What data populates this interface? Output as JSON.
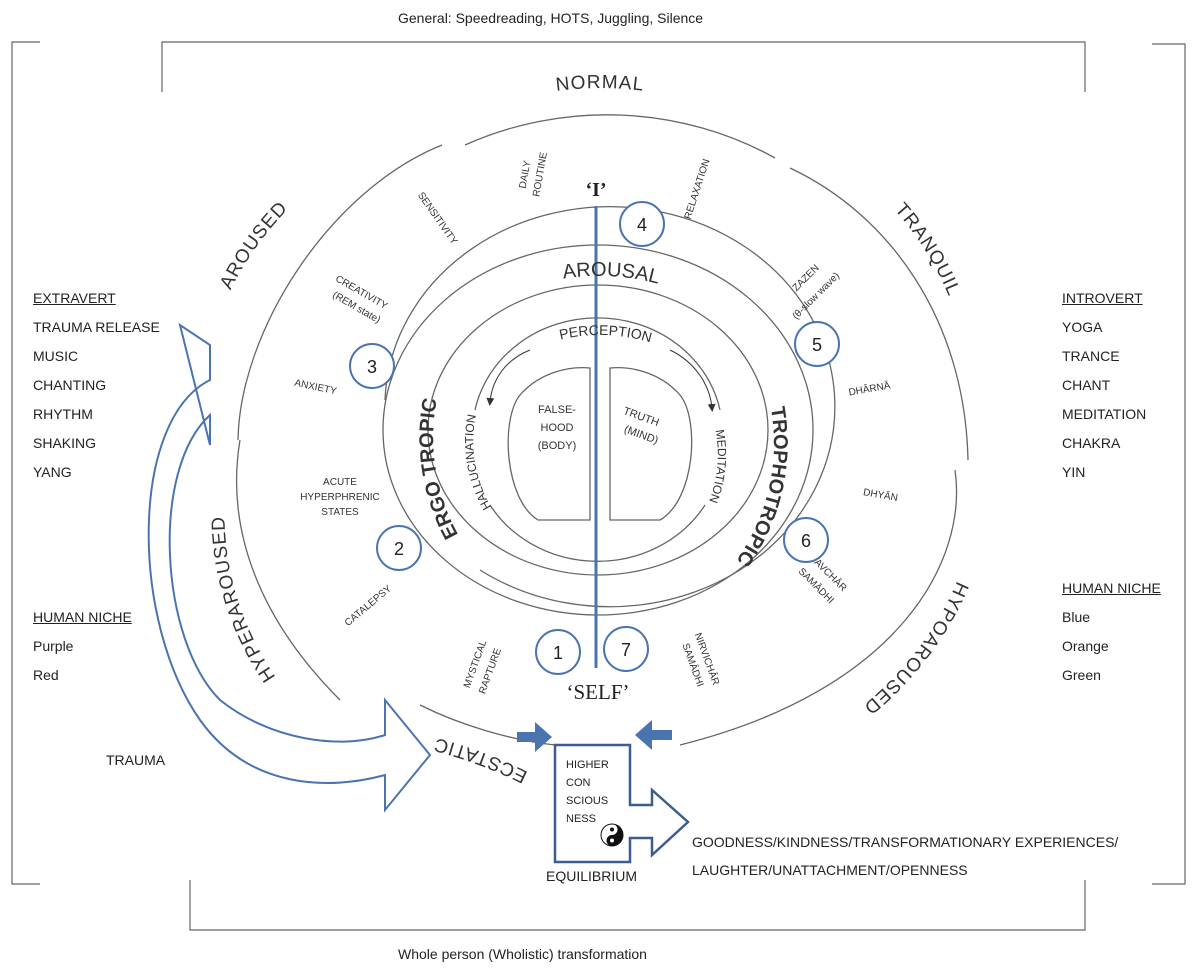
{
  "top_label": "General: Speedreading, HOTS, Juggling, Silence",
  "bottom_label": "Whole person (Wholistic) transformation",
  "left_panel": {
    "header": "EXTRAVERT",
    "items": [
      "TRAUMA RELEASE",
      "MUSIC",
      "CHANTING",
      "RHYTHM",
      "SHAKING",
      "YANG"
    ],
    "niche_header": "HUMAN NICHE",
    "niche_items": [
      "Purple",
      "Red"
    ],
    "trauma": "TRAUMA"
  },
  "right_panel": {
    "header": "INTROVERT",
    "items": [
      "YOGA",
      "TRANCE",
      "CHANT",
      "MEDITATION",
      "CHAKRA",
      "YIN"
    ],
    "niche_header": "HUMAN NICHE",
    "niche_items": [
      "Blue",
      "Orange",
      "Green"
    ]
  },
  "outer_states": {
    "normal": "NORMAL",
    "aroused": "AROUSED",
    "tranquil": "TRANQUIL",
    "hyperaroused": "HYPERAROUSED",
    "hypoaroused": "HYPOAROUSED",
    "ecstatic": "ECSTATIC"
  },
  "mid_states": {
    "daily_routine_1": "DAILY",
    "daily_routine_2": "ROUTINE",
    "relaxation": "RELAXATION",
    "sensitivity": "SENSITIVITY",
    "creativity_1": "CREATIVITY",
    "creativity_2": "(REM state)",
    "anxiety": "ANXIETY",
    "zazen_1": "ZAZEN",
    "zazen_2": "(θ-slow wave)",
    "dharna": "DHĀRNĀ",
    "dhyan": "DHYĀN",
    "acute_1": "ACUTE",
    "acute_2": "HYPERPHRENIC",
    "acute_3": "STATES",
    "catalepsy": "CATALEPSY",
    "savchar_1": "SAVCHĀR",
    "savchar_2": "SAMĀDHI",
    "mystical_1": "MYSTICAL",
    "mystical_2": "RAPTURE",
    "nirvichar_1": "NIRVICHĀR",
    "nirvichar_2": "SAMĀDHI"
  },
  "inner": {
    "arousal": "AROUSAL",
    "ergotropic": "ERGO TROPIC",
    "trophotropic": "TROPHOTROPIC",
    "perception": "PERCEPTION",
    "hallucination": "HALLUCINATION",
    "meditation": "MEDITATION",
    "falsehood_1": "FALSE-",
    "falsehood_2": "HOOD",
    "falsehood_3": "(BODY)",
    "truth_1": "TRUTH",
    "truth_2": "(MIND)",
    "i_label": "‘I’",
    "self_label": "‘SELF’"
  },
  "numbers": [
    "1",
    "2",
    "3",
    "4",
    "5",
    "6",
    "7"
  ],
  "higher_consciousness": [
    "HIGHER",
    "CON",
    "SCIOUS",
    "NESS"
  ],
  "equilibrium": "EQUILIBRIUM",
  "outcome_line_1": "GOODNESS/KINDNESS/TRANSFORMATIONARY EXPERIENCES/",
  "outcome_line_2": "LAUGHTER/UNATTACHMENT/OPENNESS",
  "colors": {
    "blue": "#4a74b0",
    "line": "#555555",
    "text": "#222222"
  },
  "icons": [
    "yin-yang-icon"
  ]
}
